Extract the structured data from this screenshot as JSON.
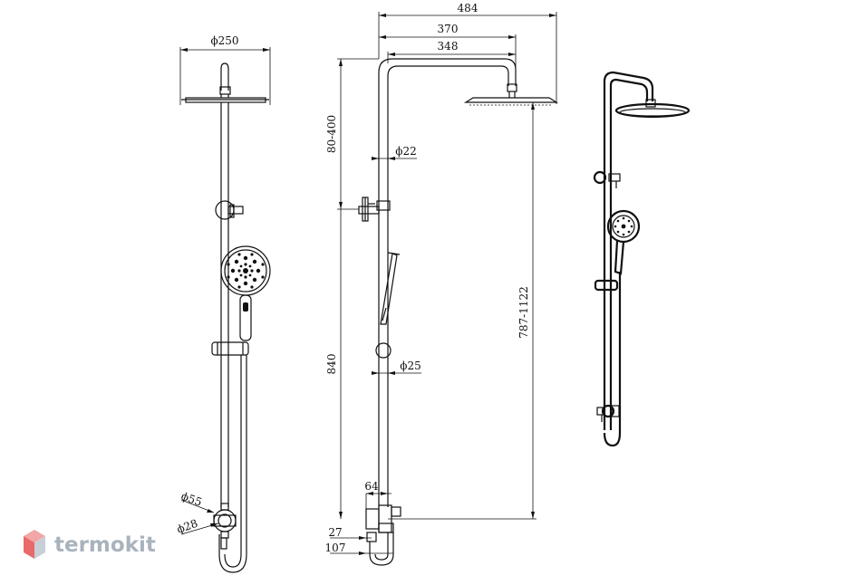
{
  "dimensions": {
    "head_diameter": "ϕ250",
    "width_total": "484",
    "arm_370": "370",
    "arm_348": "348",
    "height_80_400": "80-400",
    "pipe_diameter_22": "ϕ22",
    "height_787_1122": "787-1122",
    "height_840": "840",
    "pipe_diameter_25": "ϕ25",
    "dim_64": "64",
    "dim_27": "27",
    "dim_107": "107",
    "mixer_diameter_55": "ϕ55",
    "mixer_diameter_28": "ϕ28"
  },
  "watermark": {
    "text": "termokit",
    "colors": {
      "top": "#f3a6a6",
      "left": "#e86a6a",
      "right": "#c9cfd6"
    }
  }
}
